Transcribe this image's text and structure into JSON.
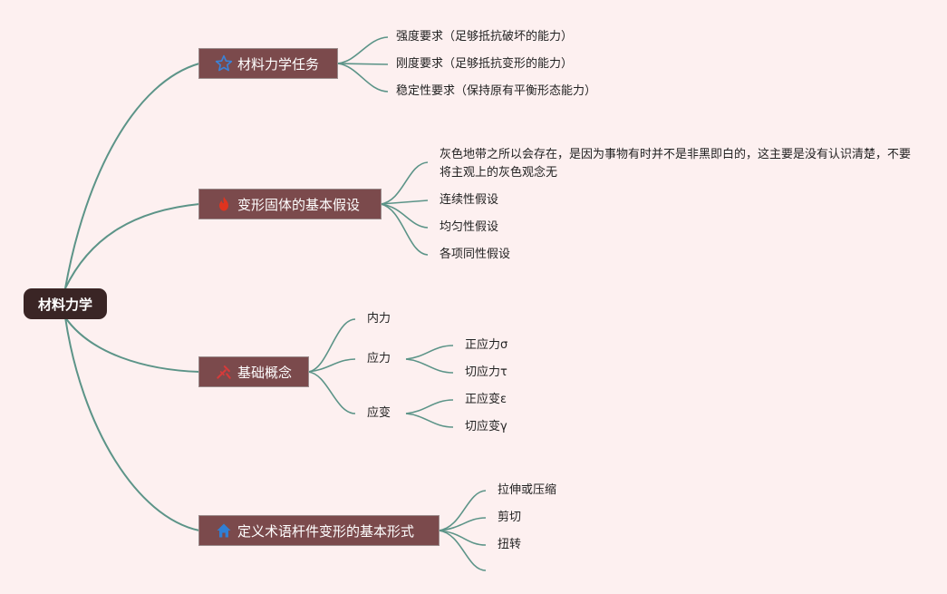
{
  "colors": {
    "background": "#fdf0f0",
    "root": "#3a2525",
    "topic": "#7b4a4c",
    "branch_line": "#5c9488",
    "star_icon": "#3b82d6",
    "fire_icon": "#e0341f",
    "tools_icon": "#d63a3a",
    "home_icon": "#2f7fd4"
  },
  "root": {
    "label": "材料力学"
  },
  "topics": [
    {
      "label": "材料力学任务",
      "icon": "star-icon",
      "children": [
        {
          "label": "强度要求（足够抵抗破坏的能力）"
        },
        {
          "label": "刚度要求（足够抵抗变形的能力）"
        },
        {
          "label": "稳定性要求（保持原有平衡形态能力）"
        }
      ]
    },
    {
      "label": "变形固体的基本假设",
      "icon": "fire-icon",
      "children": [
        {
          "label": "灰色地带之所以会存在，是因为事物有时并不是非黑即白的，这主要是没有认识清楚，不要将主观上的灰色观念无"
        },
        {
          "label": "连续性假设"
        },
        {
          "label": "均匀性假设"
        },
        {
          "label": "各项同性假设"
        }
      ]
    },
    {
      "label": "基础概念",
      "icon": "tools-icon",
      "children": [
        {
          "label": "内力"
        },
        {
          "label": "应力",
          "children": [
            {
              "label": "正应力σ"
            },
            {
              "label": "切应力τ"
            }
          ]
        },
        {
          "label": "应变",
          "children": [
            {
              "label": "正应变ε"
            },
            {
              "label": "切应变γ"
            }
          ]
        }
      ]
    },
    {
      "label": "定义术语杆件变形的基本形式",
      "icon": "home-icon",
      "children": [
        {
          "label": "拉伸或压缩"
        },
        {
          "label": "剪切"
        },
        {
          "label": "扭转"
        },
        {
          "label": ""
        }
      ]
    }
  ]
}
